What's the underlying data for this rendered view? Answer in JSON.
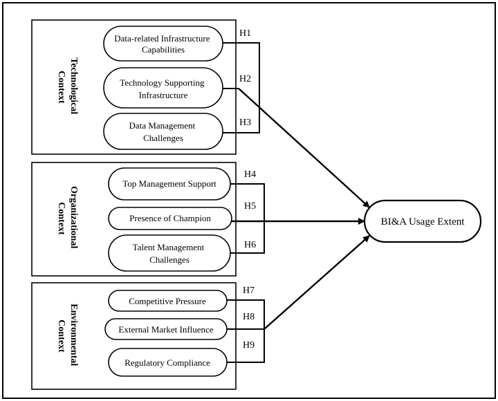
{
  "contexts": {
    "technological": [
      "Technological",
      "Context"
    ],
    "organizational": [
      "Organizational",
      "Context"
    ],
    "environmental": [
      "Environmental",
      "Context"
    ]
  },
  "factors": {
    "data_infrastructure": [
      "Data-related Infrastructure",
      "Capabilities"
    ],
    "tech_support": [
      "Technology Supporting",
      "Infrastructure"
    ],
    "data_mgmt": [
      "Data Management",
      "Challenges"
    ],
    "top_mgmt": "Top Management Support",
    "champion": "Presence of Champion",
    "talent_mgmt": [
      "Talent Management",
      "Challenges"
    ],
    "competitive": "Competitive Pressure",
    "external_market": "External Market Influence",
    "regulatory": "Regulatory Compliance"
  },
  "hypotheses": [
    "H1",
    "H2",
    "H3",
    "H4",
    "H5",
    "H6",
    "H7",
    "H8",
    "H9"
  ],
  "outcome": "BI&A Usage Extent"
}
